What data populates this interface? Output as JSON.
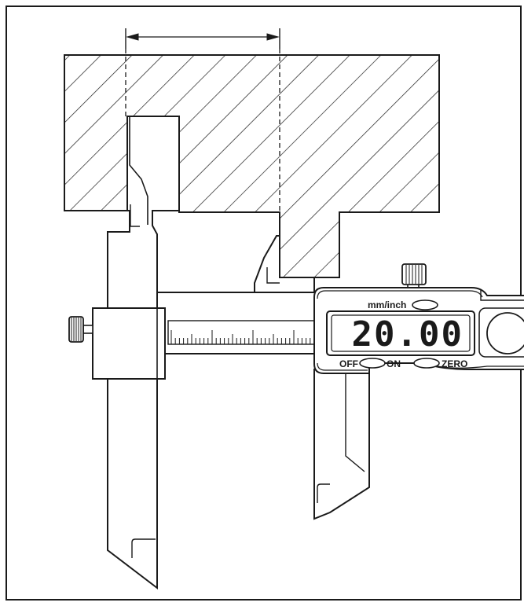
{
  "display": {
    "reading": "20.00",
    "unit_button_label": "mm/inch",
    "off_label": "OFF",
    "on_label": "ON",
    "zero_label": "ZERO"
  },
  "colors": {
    "stroke": "#1a1a1a",
    "fill": "#ffffff",
    "lcd_background": "#ffffff"
  },
  "icons": [
    "thumbwheel-icon",
    "lock-screw-icon",
    "dimension-arrow-icon"
  ]
}
